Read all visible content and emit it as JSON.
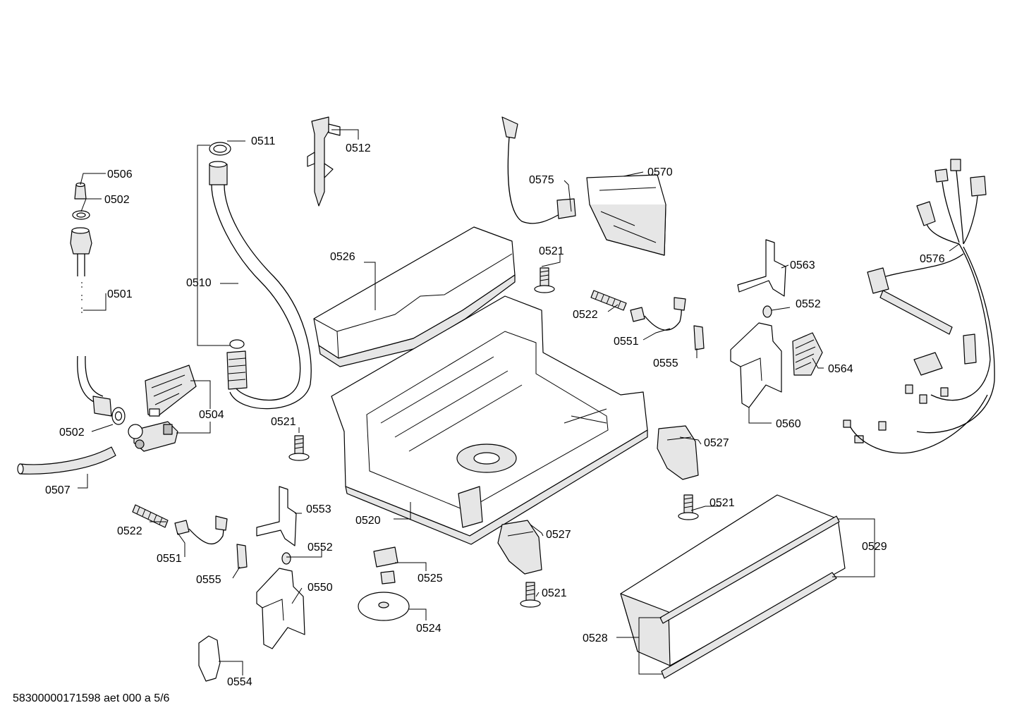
{
  "diagram": {
    "footer_code": "58300000171598 aet 000 a 5/6",
    "labels": {
      "p0501": "0501",
      "p0502a": "0502",
      "p0502b": "0502",
      "p0504": "0504",
      "p0506": "0506",
      "p0507": "0507",
      "p0510": "0510",
      "p0511": "0511",
      "p0512": "0512",
      "p0520": "0520",
      "p0521a": "0521",
      "p0521b": "0521",
      "p0521c": "0521",
      "p0521d": "0521",
      "p0522a": "0522",
      "p0522b": "0522",
      "p0524": "0524",
      "p0525": "0525",
      "p0526": "0526",
      "p0527a": "0527",
      "p0527b": "0527",
      "p0528": "0528",
      "p0529": "0529",
      "p0550": "0550",
      "p0551a": "0551",
      "p0551b": "0551",
      "p0552a": "0552",
      "p0552b": "0552",
      "p0553": "0553",
      "p0554": "0554",
      "p0555a": "0555",
      "p0555b": "0555",
      "p0560": "0560",
      "p0563": "0563",
      "p0564": "0564",
      "p0570": "0570",
      "p0575": "0575",
      "p0576": "0576"
    }
  }
}
